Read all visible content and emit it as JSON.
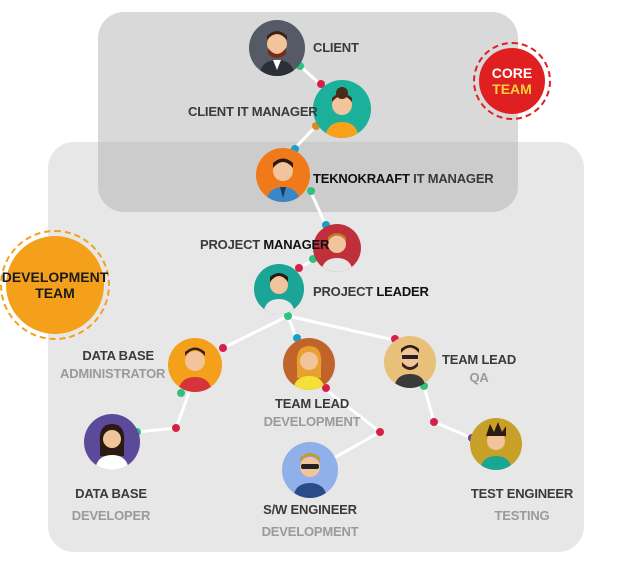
{
  "badges": {
    "core": {
      "line1": "CORE",
      "line2": "TEAM",
      "color": "#e02020"
    },
    "development": {
      "line1": "DEVELOPMENT",
      "line2": "TEAM",
      "color": "#f5a01a"
    }
  },
  "nodes": {
    "client": {
      "label": "CLIENT",
      "avatar_color": "#555a66"
    },
    "client_it_manager": {
      "label": "CLIENT IT MANAGER",
      "avatar_color": "#1ab09a"
    },
    "teknokraaft_it_manager": {
      "brand": "TEKNOKRAAFT",
      "label": " IT MANAGER",
      "avatar_color": "#f07a1a"
    },
    "project_manager": {
      "label_part1": "PROJECT ",
      "label_part2": "MANAGER",
      "avatar_color": "#c0303a"
    },
    "project_leader": {
      "label_part1": "PROJECT ",
      "label_part2": "LEADER",
      "avatar_color": "#1aa596"
    },
    "database_administrator": {
      "line1": "DATA BASE",
      "line2": "ADMINISTRATOR",
      "avatar_color": "#f5a01a"
    },
    "team_lead_development": {
      "line1": "TEAM LEAD",
      "line2": "DEVELOPMENT",
      "avatar_color": "#c0642a"
    },
    "team_lead_qa": {
      "line1": "TEAM LEAD",
      "line2": "QA",
      "avatar_color": "#e8c07a"
    },
    "database_developer": {
      "line1": "DATA BASE",
      "line2": "DEVELOPER",
      "avatar_color": "#5b4a9a"
    },
    "sw_engineer": {
      "line1": "S/W ENGINEER",
      "line2": "DEVELOPMENT",
      "avatar_color": "#8fb0e8"
    },
    "test_engineer": {
      "line1": "TEST ENGINEER",
      "line2": "TESTING",
      "avatar_color": "#c8a028"
    }
  },
  "colors": {
    "dot_green": "#2ec27e",
    "dot_red": "#d6204a",
    "dot_teal": "#1aa0c8",
    "dot_purple": "#6a3fa0",
    "dot_orange": "#e08a1a"
  }
}
